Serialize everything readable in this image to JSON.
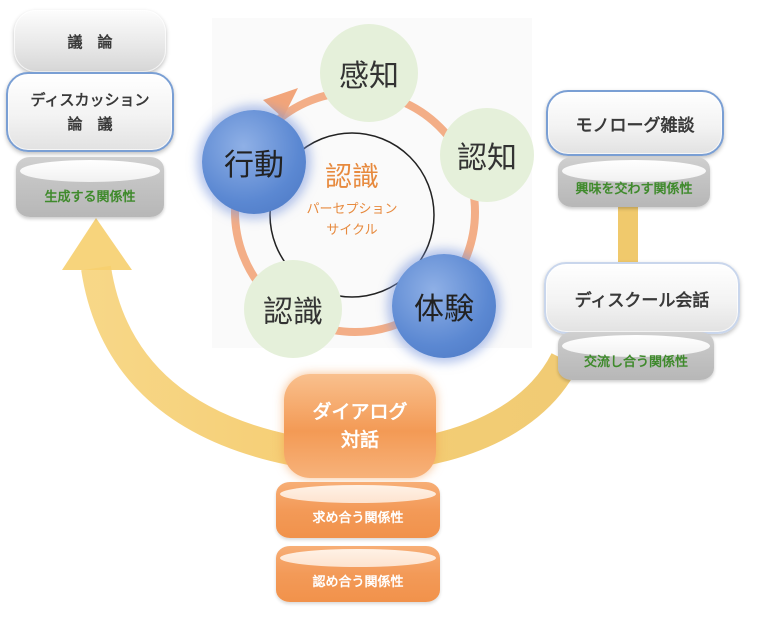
{
  "left_stack": {
    "top_label": "議　論",
    "middle_label_line1": "ディスカッション",
    "middle_label_line2": "論　議",
    "base_label": "生成する関係性"
  },
  "right_top": {
    "label": "モノローグ雑談",
    "base_label": "興味を交わす関係性"
  },
  "right_mid": {
    "label": "ディスクール会話",
    "base_label": "交流し合う関係性"
  },
  "center_bottom": {
    "label_line1": "ダイアログ",
    "label_line2": "対話",
    "drum1_label": "求め合う関係性",
    "drum2_label": "認め合う関係性"
  },
  "cycle": {
    "center_title": "認識",
    "center_sub1": "パーセプション",
    "center_sub2": "サイクル",
    "nodes": {
      "sense": "感知",
      "cognition": "認知",
      "experience": "体験",
      "recognition": "認識",
      "action": "行動"
    }
  },
  "colors": {
    "orange": "#f39a55",
    "blue": "#5b88d2",
    "green_text": "#3f8a2c",
    "yellow_arrow": "#f3c757"
  }
}
